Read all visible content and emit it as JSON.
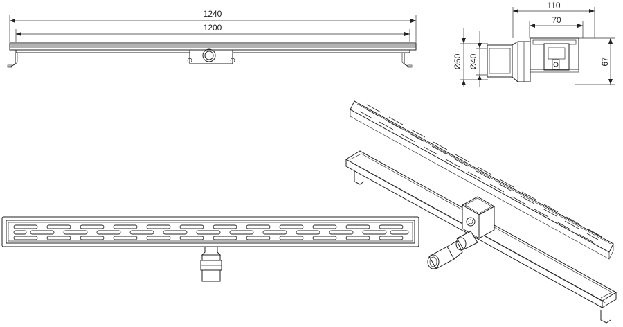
{
  "front_view": {
    "overall_length_label": "1240",
    "inner_length_label": "1200"
  },
  "side_view": {
    "width_110_label": "110",
    "width_70_label": "70",
    "height_67_label": "67",
    "diameter_50_label": "Ø50",
    "diameter_40_label": "Ø40"
  },
  "colors": {
    "line": "#222222",
    "background": "#ffffff"
  }
}
